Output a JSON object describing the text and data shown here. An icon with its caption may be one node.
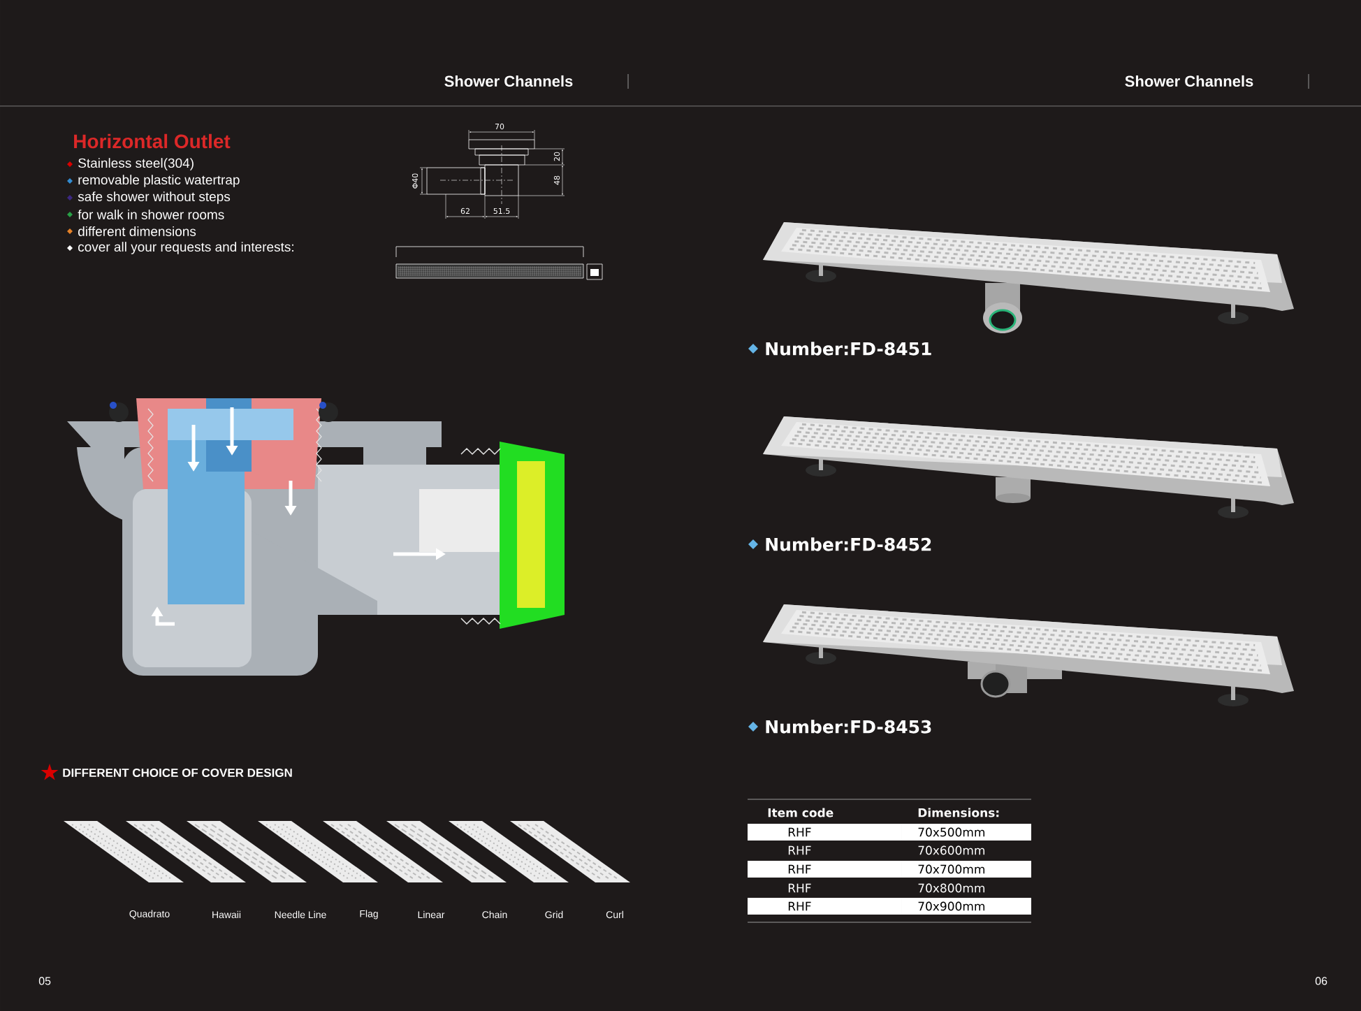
{
  "diagram": {
    "title": "Horizontal  Outlet",
    "labels": [
      "Shower Channels",
      "Shower Channels",
      "Stainless steel(304)",
      "removable plastic watertrap",
      "safe shower without steps",
      "for walk in shower rooms",
      "different dimensions",
      "cover all your requests and interests:",
      "70",
      "20",
      "Φ40",
      "48",
      "62",
      "51.5",
      "Number:FD-8451",
      "Number:FD-8452",
      "Number:FD-8453",
      "DIFFERENT CHOICE OF COVER DESIGN",
      "Quadrato",
      "Hawaii",
      "Needle Line",
      "Flag",
      "Linear",
      "Chain",
      "Grid",
      "Curl",
      "Item code",
      "Dimensions:",
      "RHF",
      "70x500mm",
      "RHF",
      "70x600mm",
      "RHF",
      "70x700mm",
      "RHF",
      "70x800mm",
      "RHF",
      "70x900mm",
      "05",
      "06"
    ]
  }
}
